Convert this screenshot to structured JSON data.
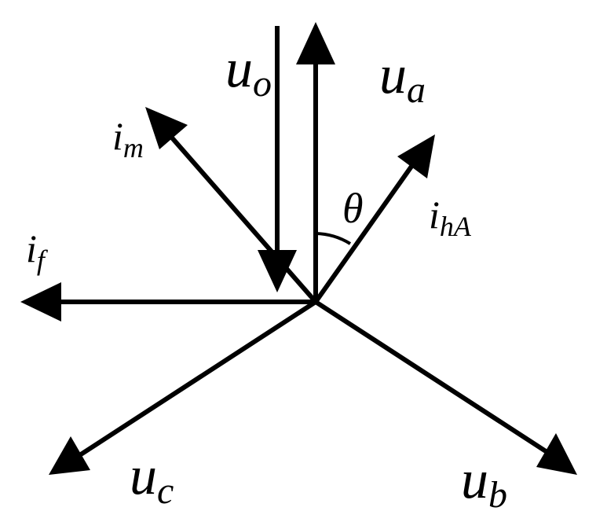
{
  "vectors": {
    "u_o": {
      "base": "u",
      "sub": "o"
    },
    "u_a": {
      "base": "u",
      "sub": "a"
    },
    "u_b": {
      "base": "u",
      "sub": "b"
    },
    "u_c": {
      "base": "u",
      "sub": "c"
    },
    "i_m": {
      "base": "i",
      "sub": "m"
    },
    "i_f": {
      "base": "i",
      "sub": "f"
    },
    "i_hA": {
      "base": "i",
      "sub": "hA"
    }
  },
  "angle": {
    "symbol": "θ"
  }
}
